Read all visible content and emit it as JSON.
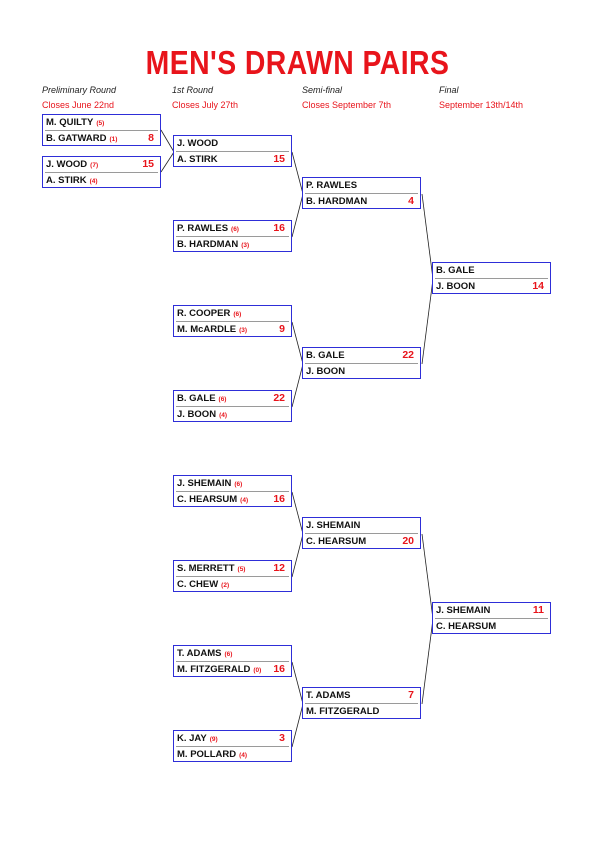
{
  "title": "MEN'S DRAWN PAIRS",
  "rounds": [
    {
      "name": "Preliminary Round",
      "closes": "Closes June 22nd"
    },
    {
      "name": "1st Round",
      "closes": "Closes July 27th"
    },
    {
      "name": "Semi-final",
      "closes": "Closes September 7th"
    },
    {
      "name": "Final",
      "closes": "September 13th/14th"
    }
  ],
  "matches": [
    {
      "id": "p1",
      "top": {
        "name": "M. QUILTY",
        "hcp": "(5)",
        "score": ""
      },
      "bottom": {
        "name": "B. GATWARD",
        "hcp": "(1)",
        "score": "8"
      }
    },
    {
      "id": "p2",
      "top": {
        "name": "J. WOOD",
        "hcp": "(7)",
        "score": "15"
      },
      "bottom": {
        "name": "A. STIRK",
        "hcp": "(4)",
        "score": ""
      }
    },
    {
      "id": "r1",
      "top": {
        "name": "J. WOOD",
        "hcp": "",
        "score": ""
      },
      "bottom": {
        "name": "A. STIRK",
        "hcp": "",
        "score": "15"
      }
    },
    {
      "id": "r2",
      "top": {
        "name": "P. RAWLES",
        "hcp": "(6)",
        "score": "16"
      },
      "bottom": {
        "name": "B. HARDMAN",
        "hcp": "(3)",
        "score": ""
      }
    },
    {
      "id": "r3",
      "top": {
        "name": "R. COOPER",
        "hcp": "(6)",
        "score": ""
      },
      "bottom": {
        "name": "M. McARDLE",
        "hcp": "(3)",
        "score": "9"
      }
    },
    {
      "id": "r4",
      "top": {
        "name": "B. GALE",
        "hcp": "(6)",
        "score": "22"
      },
      "bottom": {
        "name": "J. BOON",
        "hcp": "(4)",
        "score": ""
      }
    },
    {
      "id": "r5",
      "top": {
        "name": "J. SHEMAIN",
        "hcp": "(6)",
        "score": ""
      },
      "bottom": {
        "name": "C. HEARSUM",
        "hcp": "(4)",
        "score": "16"
      }
    },
    {
      "id": "r6",
      "top": {
        "name": "S. MERRETT",
        "hcp": "(5)",
        "score": "12"
      },
      "bottom": {
        "name": "C. CHEW",
        "hcp": "(2)",
        "score": ""
      }
    },
    {
      "id": "r7",
      "top": {
        "name": "T. ADAMS",
        "hcp": "(6)",
        "score": ""
      },
      "bottom": {
        "name": "M. FITZGERALD",
        "hcp": "(0)",
        "score": "16"
      }
    },
    {
      "id": "r8",
      "top": {
        "name": "K. JAY",
        "hcp": "(9)",
        "score": "3"
      },
      "bottom": {
        "name": "M. POLLARD",
        "hcp": "(4)",
        "score": ""
      }
    },
    {
      "id": "s1",
      "top": {
        "name": "P. RAWLES",
        "hcp": "",
        "score": ""
      },
      "bottom": {
        "name": "B. HARDMAN",
        "hcp": "",
        "score": "4"
      }
    },
    {
      "id": "s2",
      "top": {
        "name": "B. GALE",
        "hcp": "",
        "score": "22"
      },
      "bottom": {
        "name": "J. BOON",
        "hcp": "",
        "score": ""
      }
    },
    {
      "id": "s3",
      "top": {
        "name": "J. SHEMAIN",
        "hcp": "",
        "score": ""
      },
      "bottom": {
        "name": "C. HEARSUM",
        "hcp": "",
        "score": "20"
      }
    },
    {
      "id": "s4",
      "top": {
        "name": "T. ADAMS",
        "hcp": "",
        "score": "7"
      },
      "bottom": {
        "name": "M. FITZGERALD",
        "hcp": "",
        "score": ""
      }
    },
    {
      "id": "f1",
      "top": {
        "name": "B. GALE",
        "hcp": "",
        "score": ""
      },
      "bottom": {
        "name": "J. BOON",
        "hcp": "",
        "score": "14"
      }
    },
    {
      "id": "f2",
      "top": {
        "name": "J. SHEMAIN",
        "hcp": "",
        "score": "11"
      },
      "bottom": {
        "name": "C. HEARSUM",
        "hcp": "",
        "score": ""
      }
    }
  ]
}
